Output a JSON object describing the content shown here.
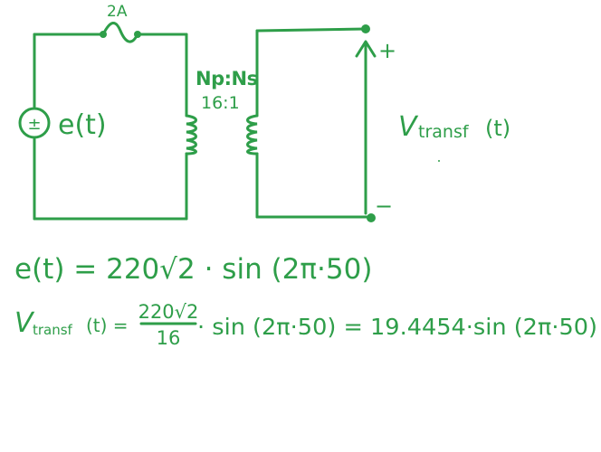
{
  "colors": {
    "ink": "#2e9e49",
    "background": "#ffffff"
  },
  "fuse": {
    "label": "2A"
  },
  "source": {
    "symbol": "±",
    "label": "e(t)"
  },
  "transformer": {
    "label": "Np:Ns",
    "ratio": "16:1"
  },
  "output": {
    "plus": "+",
    "minus": "−",
    "label_main": "V",
    "label_sub": "transf",
    "label_arg": "(t)"
  },
  "equations": {
    "eq1": "e(t) = 220√2 · sin (2π·50)",
    "eq2_lhs_main": "V",
    "eq2_lhs_sub": "transf",
    "eq2_lhs_arg": "(t) =",
    "eq2_num": "220√2",
    "eq2_den": "16",
    "eq2_rest": "· sin (2π·50) = 19.4454·sin (2π·50)"
  }
}
